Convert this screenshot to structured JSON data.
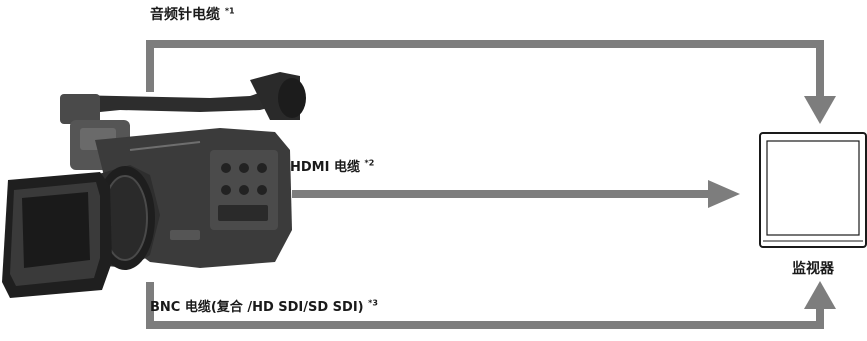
{
  "connections": {
    "audio": {
      "label": "音频针电缆",
      "note": "*1"
    },
    "hdmi": {
      "label": "HDMI 电缆",
      "note": "*2"
    },
    "bnc": {
      "label": "BNC 电缆(复合 /HD SDI/SD SDI)",
      "note": "*3"
    }
  },
  "monitor": {
    "label": "监视器"
  },
  "colors": {
    "line": "#7d7d7d",
    "camera_body": "#3b3b3b",
    "camera_dark": "#1f1f1f",
    "text": "#1a1a1a"
  },
  "icons": {
    "camera": "camcorder-icon",
    "monitor": "monitor-icon"
  }
}
